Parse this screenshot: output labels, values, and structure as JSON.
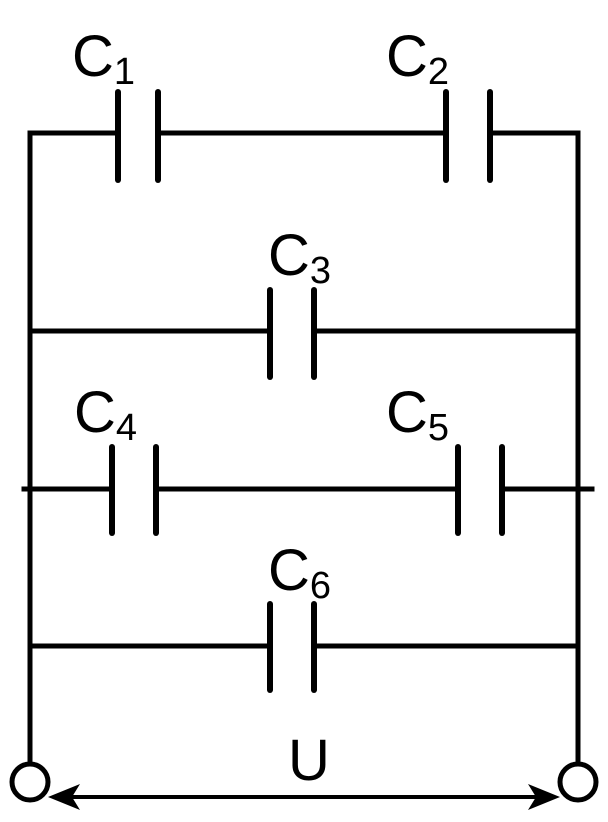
{
  "capacitors": [
    {
      "symbol": "C",
      "index": "1"
    },
    {
      "symbol": "C",
      "index": "2"
    },
    {
      "symbol": "C",
      "index": "3"
    },
    {
      "symbol": "C",
      "index": "4"
    },
    {
      "symbol": "C",
      "index": "5"
    },
    {
      "symbol": "C",
      "index": "6"
    }
  ],
  "voltage_label": "U",
  "line_color": "#000000"
}
